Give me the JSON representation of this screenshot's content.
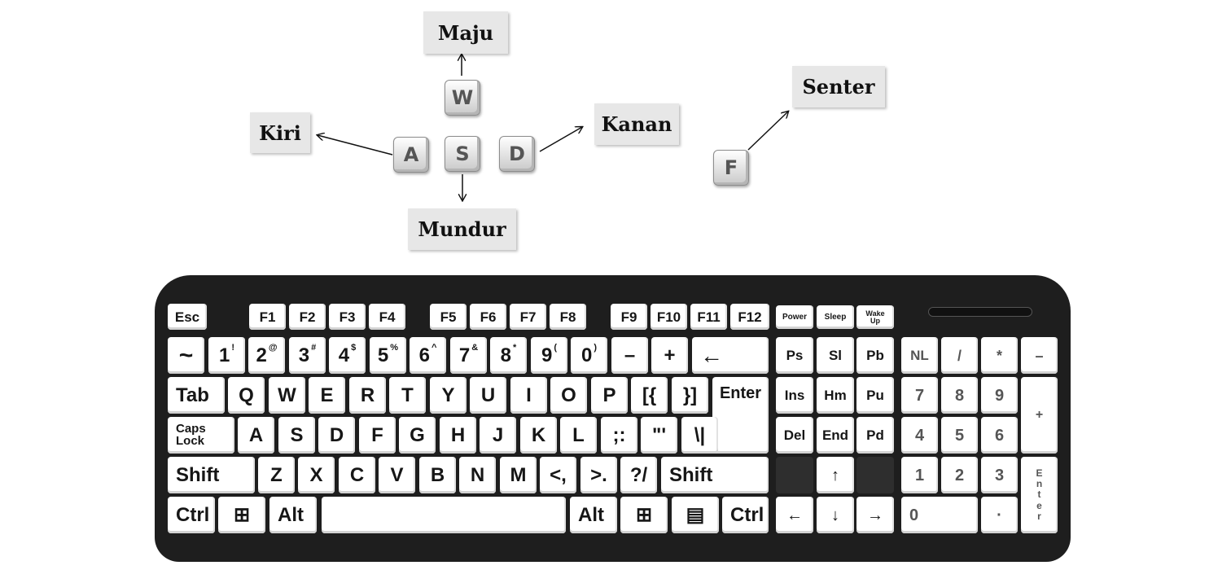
{
  "controls": {
    "labels": {
      "forward": "Maju",
      "left": "Kiri",
      "right": "Kanan",
      "back": "Mundur",
      "light": "Senter"
    },
    "keys": {
      "w": "W",
      "a": "A",
      "s": "S",
      "d": "D",
      "f": "F"
    }
  },
  "keyboard": {
    "fn_row": {
      "esc": "Esc",
      "f1": "F1",
      "f2": "F2",
      "f3": "F3",
      "f4": "F4",
      "f5": "F5",
      "f6": "F6",
      "f7": "F7",
      "f8": "F8",
      "f9": "F9",
      "f10": "F10",
      "f11": "F11",
      "f12": "F12",
      "power": "Power",
      "sleep": "Sleep",
      "wake_1": "Wake",
      "wake_2": "Up"
    },
    "num_row": {
      "tilde": "~",
      "k1": "1",
      "k1s": "!",
      "k2": "2",
      "k2s": "@",
      "k3": "3",
      "k3s": "#",
      "k4": "4",
      "k4s": "$",
      "k5": "5",
      "k5s": "%",
      "k6": "6",
      "k6s": "^",
      "k7": "7",
      "k7s": "&",
      "k8": "8",
      "k8s": "*",
      "k9": "9",
      "k9s": "(",
      "k0": "0",
      "k0s": ")",
      "minus": "–",
      "plus": "+",
      "backspace": "←"
    },
    "qwerty_row": {
      "tab": "Tab",
      "q": "Q",
      "w": "W",
      "e": "E",
      "r": "R",
      "t": "T",
      "y": "Y",
      "u": "U",
      "i": "I",
      "o": "O",
      "p": "P",
      "lbracket": "[{",
      "rbracket": "}]",
      "enter": "Enter"
    },
    "home_row": {
      "caps_1": "Caps",
      "caps_2": "Lock",
      "a": "A",
      "s": "S",
      "d": "D",
      "f": "F",
      "g": "G",
      "h": "H",
      "j": "J",
      "k": "K",
      "l": "L",
      "semicolon": ";:",
      "quote": "\"'",
      "backslash": "\\|"
    },
    "shift_row": {
      "lshift": "Shift",
      "z": "Z",
      "x": "X",
      "c": "C",
      "v": "V",
      "b": "B",
      "n": "N",
      "m": "M",
      "comma": "<,",
      "period": ">.",
      "slash": "?/",
      "rshift": "Shift"
    },
    "bottom_row": {
      "lctrl": "Ctrl",
      "lwin": "⊞",
      "lalt": "Alt",
      "ralt": "Alt",
      "rwin": "⊞",
      "menu": "▤",
      "rctrl": "Ctrl"
    },
    "nav": {
      "ps": "Ps",
      "sl": "Sl",
      "pb": "Pb",
      "ins": "Ins",
      "hm": "Hm",
      "pu": "Pu",
      "del": "Del",
      "end": "End",
      "pd": "Pd",
      "up": "↑",
      "left": "←",
      "down": "↓",
      "right": "→"
    },
    "numpad": {
      "nl": "NL",
      "div": "/",
      "mul": "*",
      "sub": "–",
      "n7": "7",
      "n8": "8",
      "n9": "9",
      "add": "+",
      "n4": "4",
      "n5": "5",
      "n6": "6",
      "n1": "1",
      "n2": "2",
      "n3": "3",
      "enter": [
        "E",
        "n",
        "t",
        "e",
        "r"
      ],
      "n0": "0",
      "dot": "·"
    }
  }
}
